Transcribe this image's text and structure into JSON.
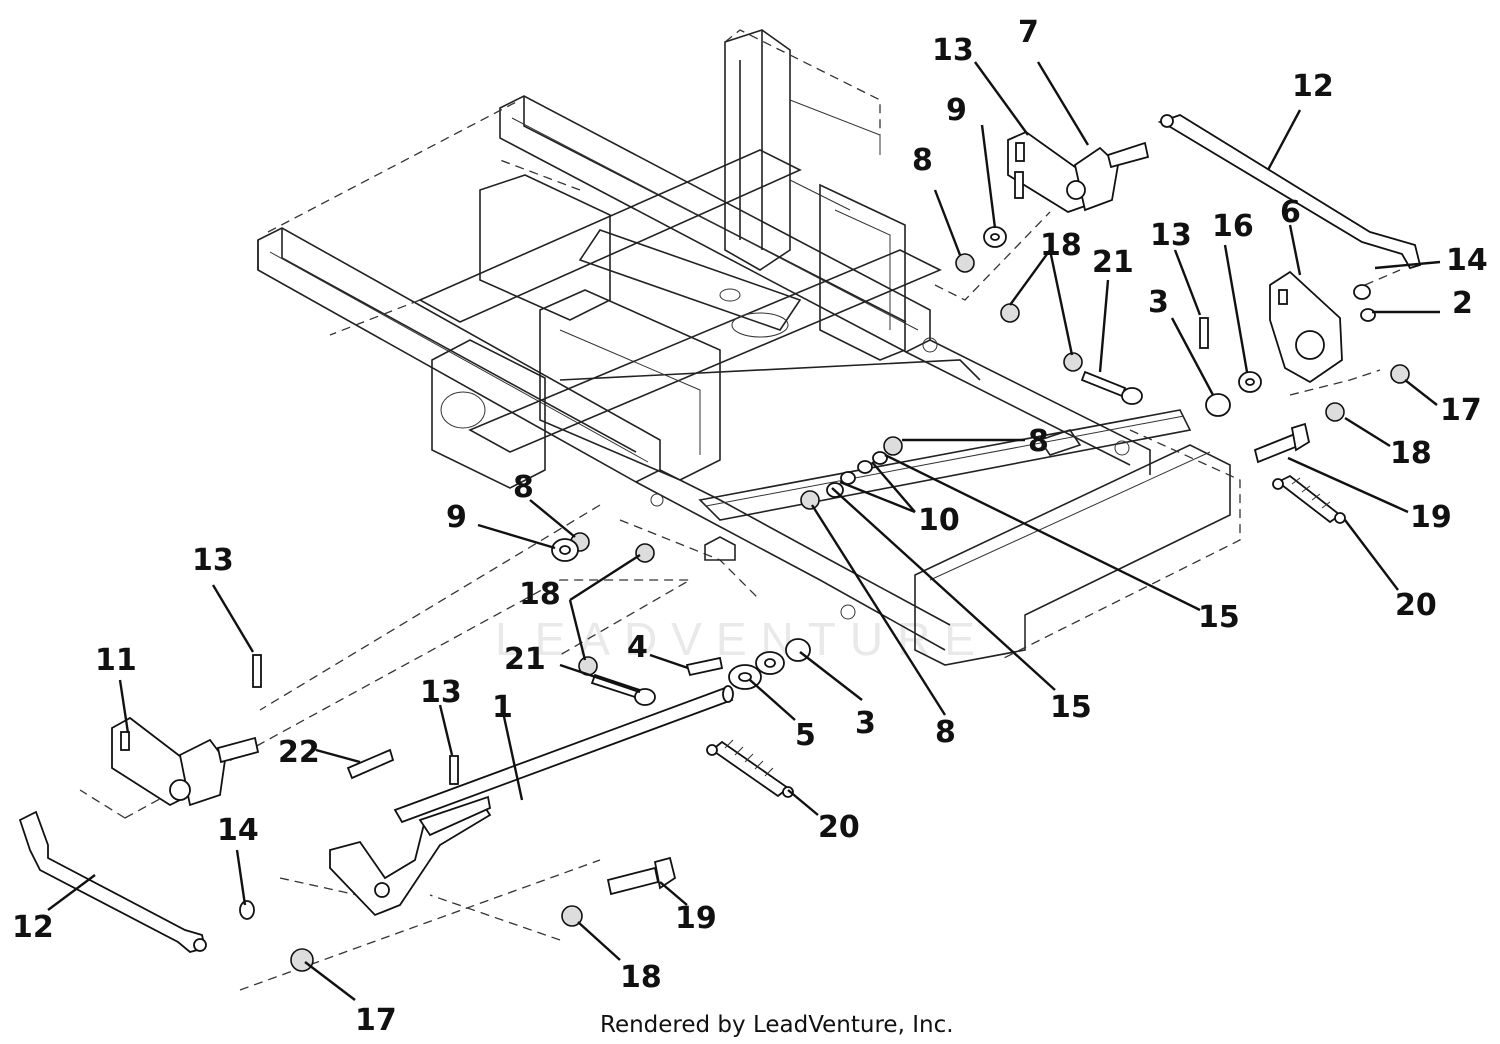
{
  "credit": "Rendered by LeadVenture, Inc.",
  "watermark": "LEADVENTURE",
  "callouts": [
    {
      "num": "13"
    },
    {
      "num": "7"
    },
    {
      "num": "12"
    },
    {
      "num": "9"
    },
    {
      "num": "8"
    },
    {
      "num": "18"
    },
    {
      "num": "21"
    },
    {
      "num": "13"
    },
    {
      "num": "16"
    },
    {
      "num": "6"
    },
    {
      "num": "14"
    },
    {
      "num": "2"
    },
    {
      "num": "3"
    },
    {
      "num": "17"
    },
    {
      "num": "18"
    },
    {
      "num": "8"
    },
    {
      "num": "19"
    },
    {
      "num": "10"
    },
    {
      "num": "20"
    },
    {
      "num": "15"
    },
    {
      "num": "15"
    },
    {
      "num": "8"
    },
    {
      "num": "9"
    },
    {
      "num": "8"
    },
    {
      "num": "13"
    },
    {
      "num": "18"
    },
    {
      "num": "11"
    },
    {
      "num": "21"
    },
    {
      "num": "4"
    },
    {
      "num": "3"
    },
    {
      "num": "5"
    },
    {
      "num": "13"
    },
    {
      "num": "1"
    },
    {
      "num": "22"
    },
    {
      "num": "20"
    },
    {
      "num": "14"
    },
    {
      "num": "12"
    },
    {
      "num": "19"
    },
    {
      "num": "18"
    },
    {
      "num": "17"
    }
  ]
}
